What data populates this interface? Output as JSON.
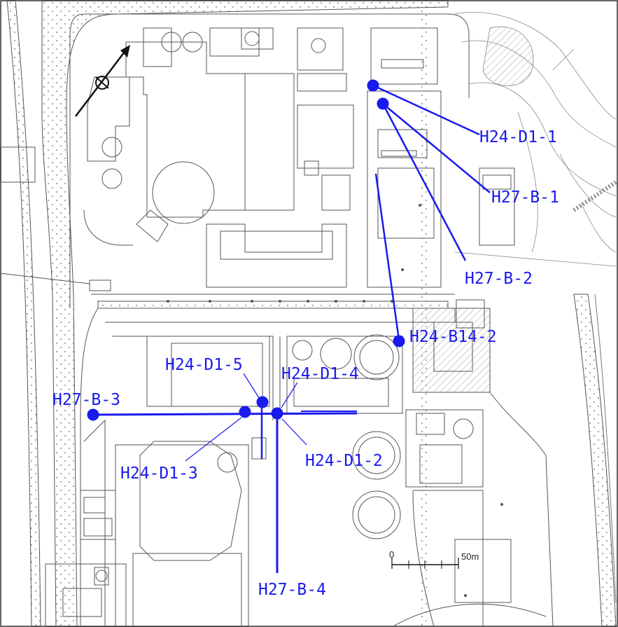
{
  "map": {
    "colors": {
      "borehole": "#1a1aee",
      "linework": "#555555",
      "paper": "#ffffff"
    },
    "north_arrow": {
      "icon": "north-arrow-icon"
    },
    "scale_bar": {
      "start_label": "0",
      "end_label": "50m"
    },
    "boreholes": [
      {
        "id": "h24-d1-1",
        "label": "H24-D1-1"
      },
      {
        "id": "h27-b-1",
        "label": "H27-B-1"
      },
      {
        "id": "h27-b-2",
        "label": "H27-B-2"
      },
      {
        "id": "h24-b14-2",
        "label": "H24-B14-2"
      },
      {
        "id": "h24-d1-5",
        "label": "H24-D1-5"
      },
      {
        "id": "h24-d1-4",
        "label": "H24-D1-4"
      },
      {
        "id": "h27-b-3",
        "label": "H27-B-3"
      },
      {
        "id": "h24-d1-3",
        "label": "H24-D1-3"
      },
      {
        "id": "h24-d1-2",
        "label": "H24-D1-2"
      },
      {
        "id": "h27-b-4",
        "label": "H27-B-4"
      }
    ]
  }
}
